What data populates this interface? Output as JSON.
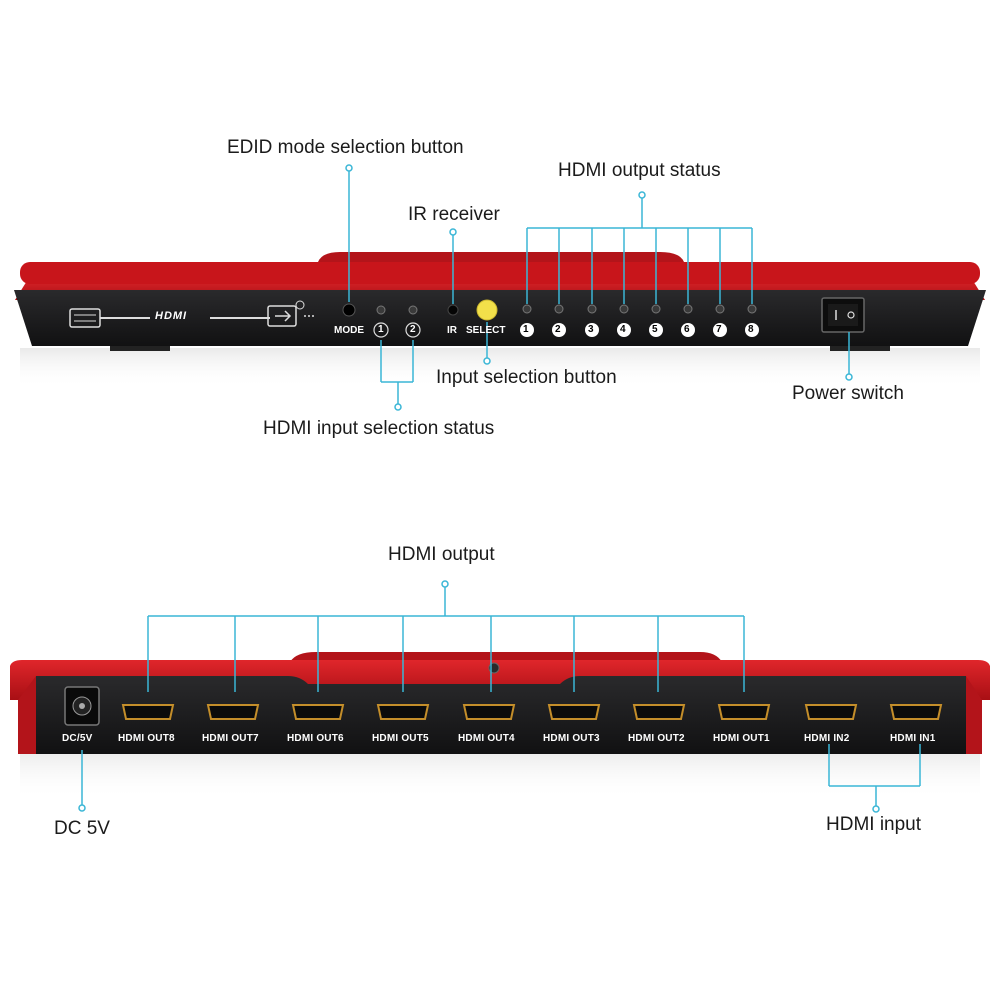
{
  "front_panel": {
    "callouts": {
      "edid_mode": "EDID mode selection button",
      "ir_receiver": "IR receiver",
      "hdmi_output_status": "HDMI output status",
      "input_selection": "Input selection button",
      "power_switch": "Power switch",
      "input_selection_status": "HDMI input selection status"
    },
    "labels": {
      "hdmi_logo": "HDMI",
      "mode": "MODE",
      "in1": "1",
      "in2": "2",
      "ir": "IR",
      "select": "SELECT"
    },
    "output_leds": [
      "1",
      "2",
      "3",
      "4",
      "5",
      "6",
      "7",
      "8"
    ]
  },
  "rear_panel": {
    "callouts": {
      "hdmi_output": "HDMI output",
      "dc": "DC 5V",
      "hdmi_input": "HDMI input"
    },
    "dc_label": "DC/5V",
    "ports": [
      "HDMI OUT8",
      "HDMI OUT7",
      "HDMI OUT6",
      "HDMI OUT5",
      "HDMI OUT4",
      "HDMI OUT3",
      "HDMI OUT2",
      "HDMI OUT1",
      "HDMI IN2",
      "HDMI IN1"
    ]
  },
  "colors": {
    "device_red": "#c8151b",
    "panel_black": "#1c1c1e",
    "callout_line": "#3ab6d6",
    "select_button": "#f2e04a"
  }
}
